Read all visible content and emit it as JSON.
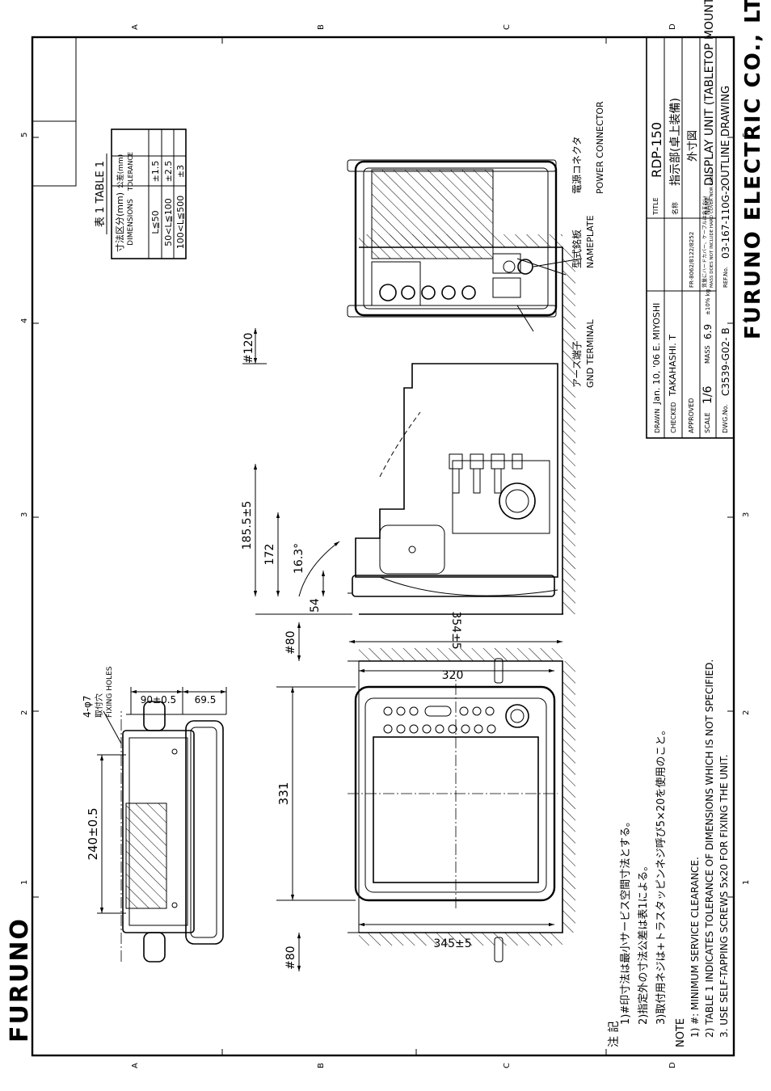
{
  "logo": "FURUNO",
  "zone_letters": [
    "A",
    "B",
    "C",
    "D"
  ],
  "zone_numbers": [
    "1",
    "2",
    "3",
    "4",
    "5"
  ],
  "table": {
    "title": "表 1 TABLE 1",
    "col1_jp": "寸法区分(mm)",
    "col1_en": "DIMENSIONS",
    "col2_jp": "公差(mm)",
    "col2_en": "TOLERANCE",
    "rows": [
      {
        "dim": "L≦50",
        "tol": "±1.5"
      },
      {
        "dim": "50<L≦100",
        "tol": "±2.5"
      },
      {
        "dim": "100<L≦500",
        "tol": "±3"
      }
    ]
  },
  "dims": {
    "d240": "240±0.5",
    "d331": "331",
    "d80a": "#80",
    "d80b": "#80",
    "d345": "345±5",
    "d320": "320",
    "d354": "354±5",
    "d185": "185.5±5",
    "d172": "172",
    "d163": "16.3°",
    "d54": "54",
    "d120": "#120",
    "d90": "90±0.5",
    "d695": "69.5",
    "holes": "4-φ7",
    "holes_jp": "取付穴",
    "holes_en": "FIXING HOLES"
  },
  "rear_labels": {
    "gnd_jp": "アース端子",
    "gnd_en": "GND TERMINAL",
    "name_jp": "型式銘板",
    "name_en": "NAMEPLATE",
    "pwr_jp": "電源コネクタ",
    "pwr_en": "POWER CONNECTOR"
  },
  "notes": {
    "jp_head": "注 記",
    "jp": [
      "1)#印寸法は最小サービス空間寸法とする。",
      "2)指定外の寸法公差は表1による。",
      "3)取付用ネジは+トラスタッピンネジ呼び5×20を使用のこと。"
    ],
    "en_head": "NOTE",
    "en": [
      "1) #: MINIMUM SERVICE CLEARANCE.",
      "2) TABLE 1 INDICATES TOLERANCE OF DIMENSIONS WHICH IS NOT SPECIFIED.",
      "3. USE SELF-TAPPING SCREWS 5x20 FOR FIXING THE UNIT."
    ]
  },
  "titleblock": {
    "drawn_label": "DRAWN",
    "drawn": "Jan. 10, '06 E. MIYOSHI",
    "checked_label": "CHECKED",
    "checked": "TAKAHASHI. T",
    "approved_label": "APPROVED",
    "scale_label": "SCALE",
    "scale": "1/6",
    "mass_label": "MASS",
    "mass": "6.9",
    "mass_unit": "±10% kg",
    "dwg_label": "DWG.No.",
    "dwg": "C3539-G02- B",
    "fr": "FR-8062/8122/8252",
    "mass_note_jp": "質量にハードカバー、ケーブルは含まない",
    "mass_note_en": "MASS DOES NOT INCLUDE HARD COVER NOR CABLE.",
    "ref_label": "REF.No.",
    "ref": "03-167-110G-2",
    "title_label": "TITLE",
    "title": "RDP-150",
    "name_label_jp": "名称",
    "name_jp1": "指示部(卓上装備)",
    "name_jp2": "外寸図",
    "name_label": "NAME",
    "name_en1": "DISPLAY UNIT (TABLETOP MOUNT)",
    "name_en2": "OUTLINE DRAWING"
  },
  "company": "FURUNO ELECTRIC CO., LTD."
}
